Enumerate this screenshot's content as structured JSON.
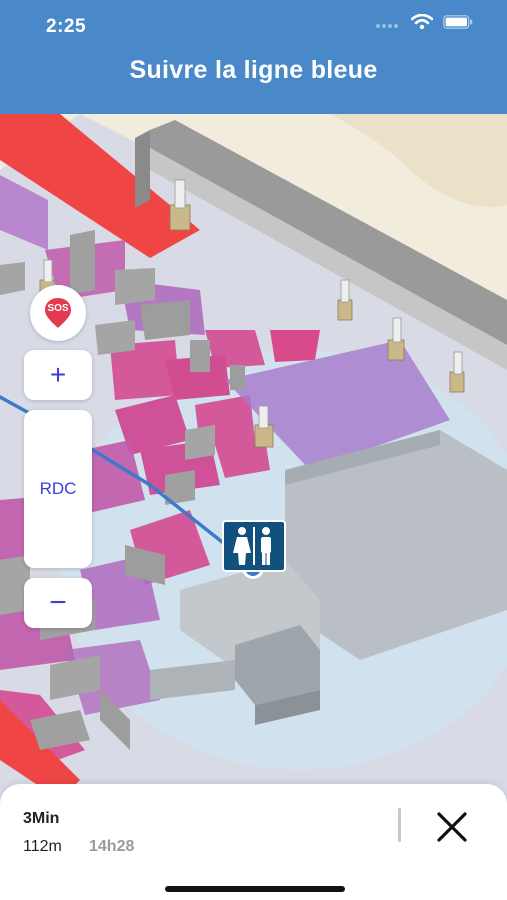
{
  "status_bar": {
    "time": "2:25"
  },
  "header": {
    "title": "Suivre la ligne bleue"
  },
  "map_controls": {
    "sos_label": "SOS",
    "zoom_in_label": "+",
    "floor_label": "RDC",
    "zoom_out_label": "−"
  },
  "destination_icon": "toilets-icon",
  "route": {
    "duration": "3Min",
    "distance": "112m",
    "arrival_time": "14h28"
  },
  "colors": {
    "header": "#4a89c9",
    "route_line": "#3d7ac9",
    "accent": "#3b3fd6",
    "sos": "#e23a4e",
    "destination_badge": "#12507e"
  }
}
